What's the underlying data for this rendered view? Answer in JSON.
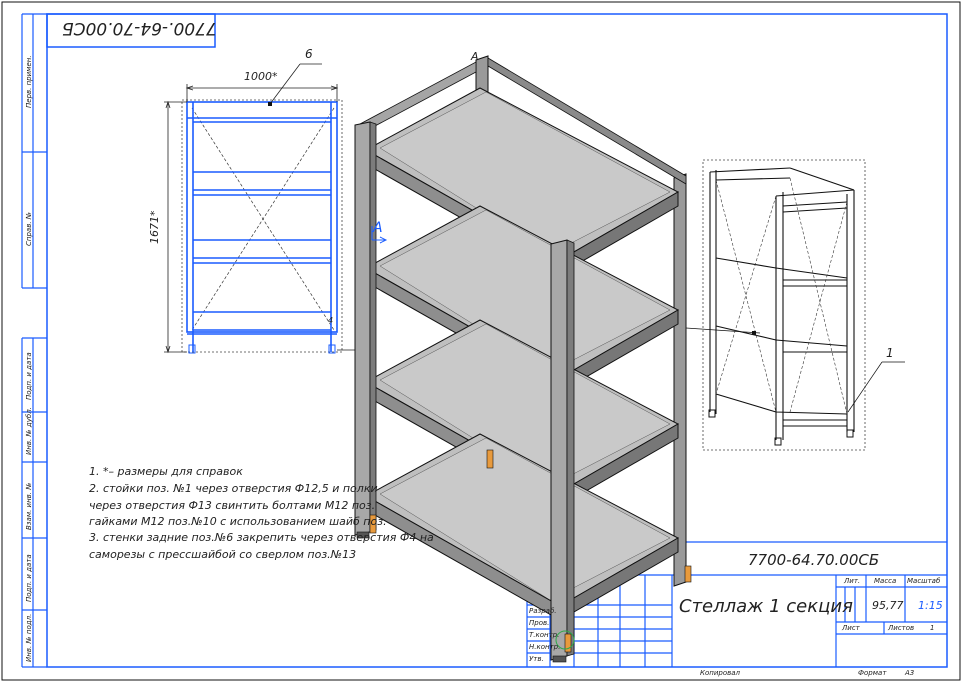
{
  "drawing": {
    "stamp_top": "7700.-64-70.00СБ",
    "doc_code": "7700-64.70.00СБ",
    "title": "Стеллаж 1 секция",
    "mass": "95,77",
    "scale": "1:15",
    "sheet_label": "Лист",
    "sheets_label": "Листов",
    "sheets_value": "1",
    "lit_label": "Лит.",
    "mass_label": "Масса",
    "scale_label": "Масштаб",
    "copied_label": "Копировал",
    "format_label": "Формат",
    "format_value": "А3"
  },
  "side_strip": {
    "labels": [
      "Перв. примен.",
      "Справ. №",
      "Подп. и дата",
      "Инв. № дубл.",
      "Взам. инв. №",
      "Подп. и дата",
      "Инв. № подл."
    ]
  },
  "title_block_rows": [
    "Разраб.",
    "Пров.",
    "Т.контр.",
    "Н.контр.",
    "Утв."
  ],
  "front_view": {
    "width_dim": "1000*",
    "height_dim": "1671*",
    "callout_top": "6",
    "callout_small": "4"
  },
  "section_mark": "A",
  "section_mark_top": "A",
  "iso_callout": "1",
  "notes": [
    "1. *– размеры для справок",
    "2. стойки поз. №1 через отверстия Ф12,5 и полки",
    "через отверстия Ф13 свинтить болтами М12 поз.",
    "гайками М12 поз.№10 с использованием шайб поз.",
    "3. стенки задние поз.№6 закрепить через отверстия Ф4 на",
    "саморезы с прессшайбой со сверлом поз.№13"
  ],
  "colors": {
    "frame_blue": "#1a5cff",
    "line_dark": "#111111",
    "shelf_gray": "#bfbfbf",
    "post_gray": "#9a9a9a",
    "accent_orange": "#e89a3c"
  }
}
